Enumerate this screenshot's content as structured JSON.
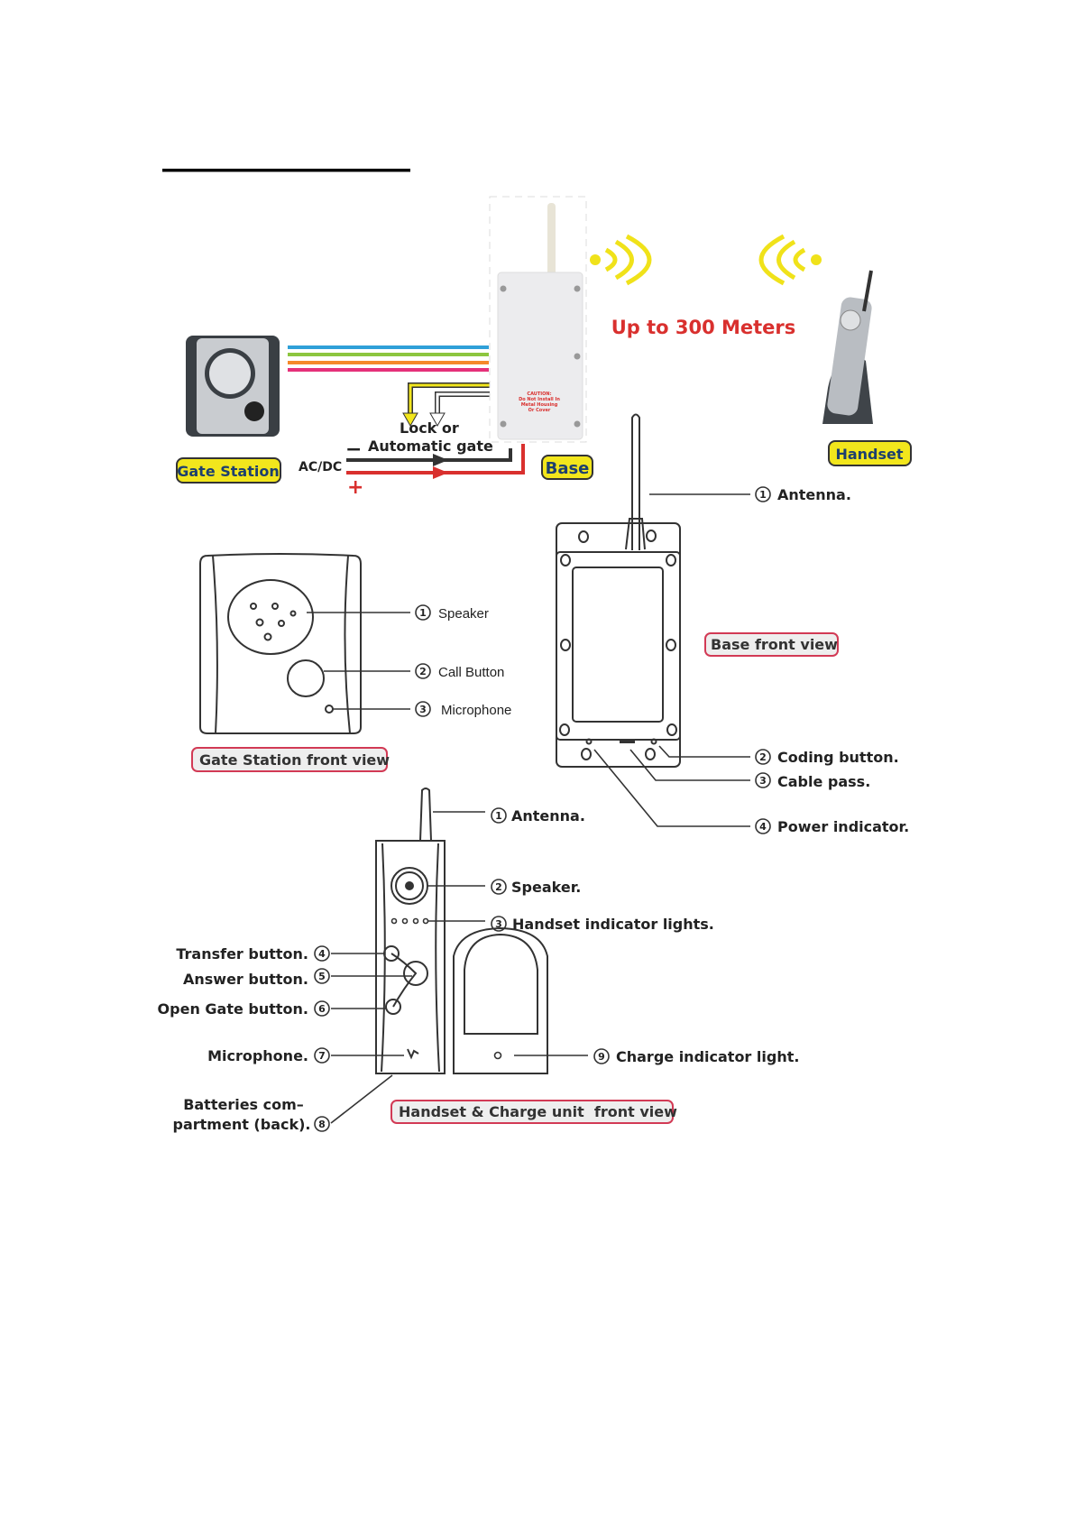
{
  "overview": {
    "range_text": "Up to 300 Meters",
    "labels": {
      "gate_station": "Gate Station",
      "base": "Base",
      "handset": "Handset"
    },
    "lock_line1": "Lock or",
    "lock_line2": "Automatic gate",
    "acdc": "AC/DC",
    "minus": "−",
    "plus": "+",
    "caution": [
      "CAUTION:",
      "Do Not Install In",
      "Metal Housing",
      "Or Cover"
    ],
    "wire_colors": [
      "#2fa0d8",
      "#8cc63f",
      "#f5892a",
      "#e5317a"
    ],
    "accent_red": "#d9302e",
    "label_yellow": "#f2e61c"
  },
  "gate_station_front": {
    "title": "Gate Station front view",
    "callouts": [
      {
        "num": "1",
        "text": "Speaker"
      },
      {
        "num": "2",
        "text": "Call Button"
      },
      {
        "num": "3",
        "text": "Microphone"
      }
    ]
  },
  "base_front": {
    "title": "Base front view",
    "callouts": [
      {
        "num": "1",
        "text": "Antenna."
      },
      {
        "num": "2",
        "text": "Coding button."
      },
      {
        "num": "3",
        "text": "Cable pass."
      },
      {
        "num": "4",
        "text": "Power indicator."
      }
    ]
  },
  "handset_front": {
    "title": "Handset & Charge unit  front view",
    "callouts": [
      {
        "num": "1",
        "text": "Antenna."
      },
      {
        "num": "2",
        "text": "Speaker."
      },
      {
        "num": "3",
        "text": "Handset indicator lights."
      },
      {
        "num": "4",
        "text": "Transfer button."
      },
      {
        "num": "5",
        "text": "Answer button."
      },
      {
        "num": "6",
        "text": "Open Gate button."
      },
      {
        "num": "7",
        "text": "Microphone."
      },
      {
        "num": "8",
        "text_line1": "Batteries com–",
        "text_line2": "partment (back)."
      },
      {
        "num": "9",
        "text": "Charge indicator light."
      }
    ]
  }
}
